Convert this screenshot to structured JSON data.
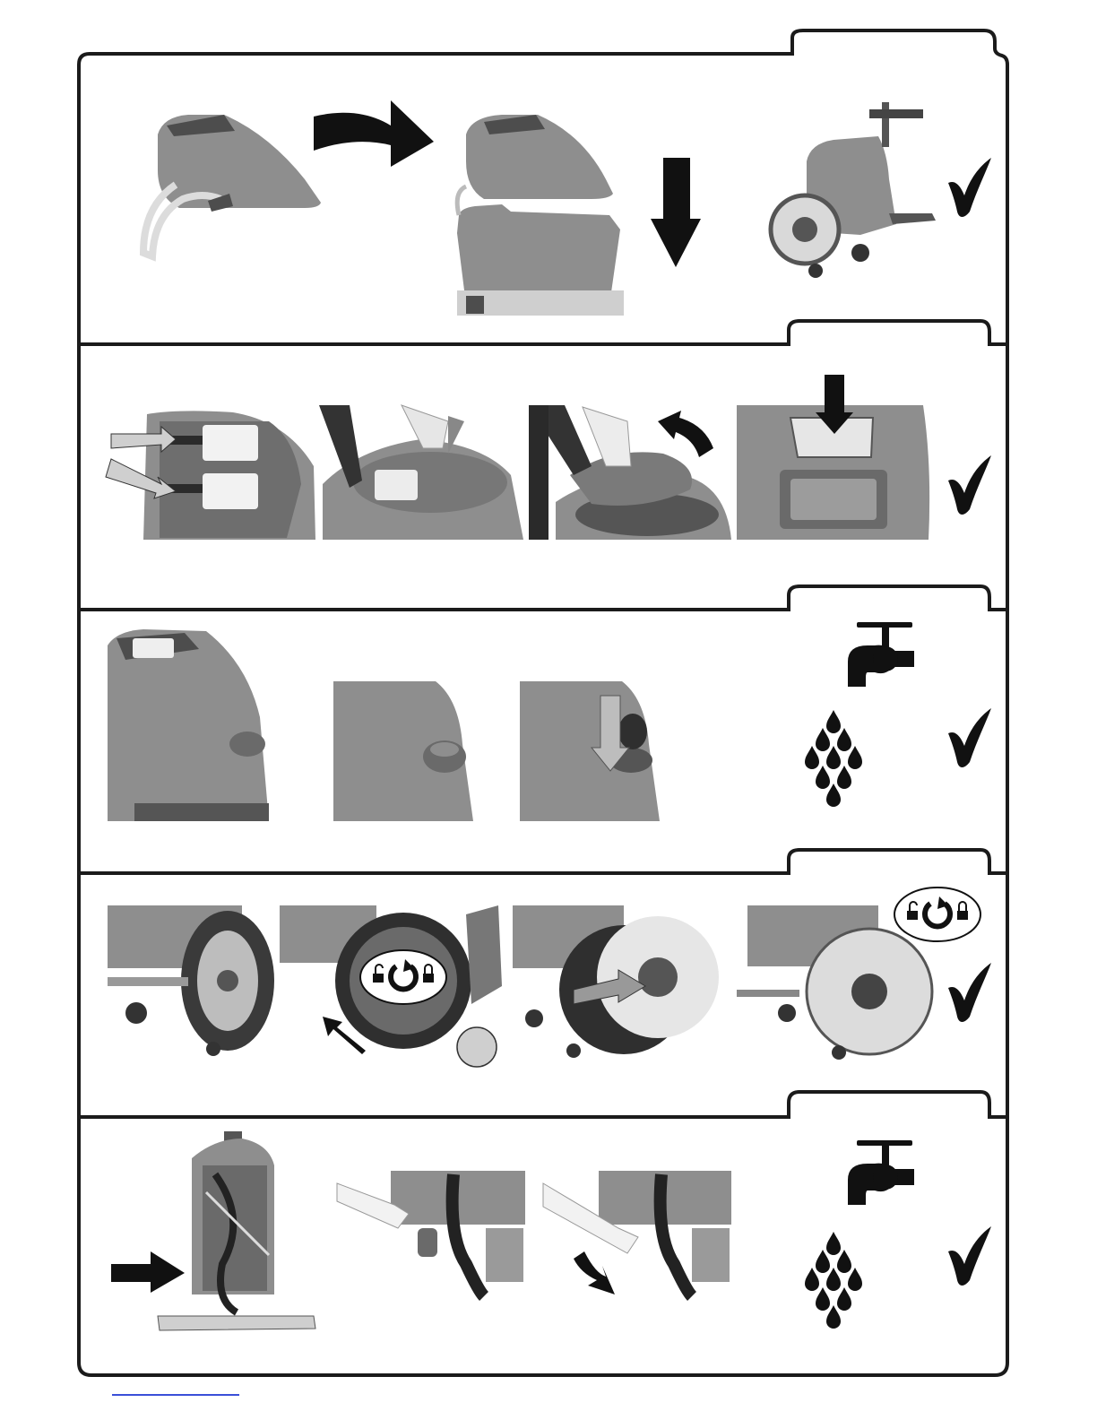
{
  "document": {
    "type": "illustrated-maintenance-instructions",
    "sections": [
      {
        "id": "section-1",
        "icons": [
          "curved-arrow-right-icon",
          "arrow-down-icon",
          "check-mark-icon"
        ],
        "photos": [
          "tank-lid-with-hose",
          "machine-tank-open",
          "machine-complete"
        ]
      },
      {
        "id": "section-2",
        "icons": [
          "arrow-down-icon",
          "curved-arrow-up-left-icon",
          "check-mark-icon"
        ],
        "photos": [
          "hose-connections",
          "lifting-tank-lid",
          "removing-tank-lid",
          "filter-basket"
        ]
      },
      {
        "id": "section-3",
        "icons": [
          "water-tap-icon",
          "check-mark-icon"
        ],
        "photos": [
          "tank-side-view",
          "fill-cup-closeup",
          "fill-cap-closing"
        ]
      },
      {
        "id": "section-4",
        "icons": [
          "lock-rotate-unlock-icon",
          "check-mark-icon"
        ],
        "photos": [
          "brush-plate",
          "brush-removal",
          "brush-insertion",
          "brush-fitted"
        ]
      },
      {
        "id": "section-5",
        "icons": [
          "arrow-right-icon",
          "water-tap-icon",
          "check-mark-icon"
        ],
        "photos": [
          "machine-underside",
          "squeegee-release",
          "squeegee-lowering"
        ]
      }
    ]
  },
  "colors": {
    "frame": "#1b1b1b",
    "photo_gray": "#8e8e8e",
    "photo_dark": "#4d4d4d",
    "link_blue": "#3a4fd8"
  }
}
